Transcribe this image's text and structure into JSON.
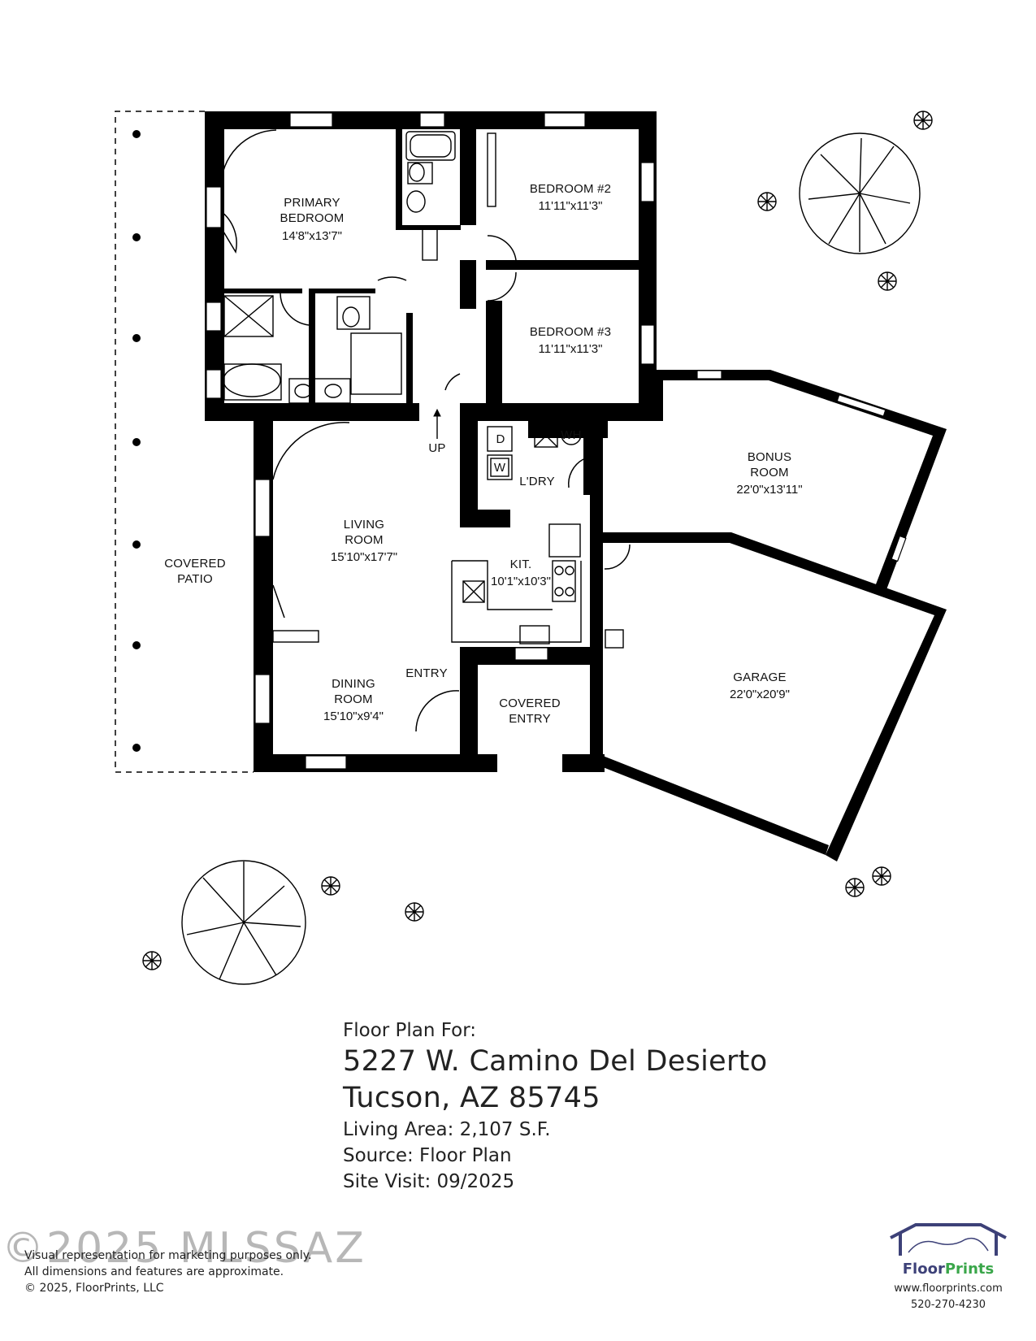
{
  "rooms": {
    "primary": {
      "name1": "PRIMARY",
      "name2": "BEDROOM",
      "dim": "14'8\"x13'7\""
    },
    "bed2": {
      "name": "BEDROOM #2",
      "dim": "11'11\"x11'3\""
    },
    "bed3": {
      "name": "BEDROOM #3",
      "dim": "11'11\"x11'3\""
    },
    "living": {
      "name1": "LIVING",
      "name2": "ROOM",
      "dim": "15'10\"x17'7\""
    },
    "dining": {
      "name1": "DINING",
      "name2": "ROOM",
      "dim": "15'10\"x9'4\""
    },
    "kitchen": {
      "name": "KIT.",
      "dim": "10'1\"x10'3\""
    },
    "laundry": {
      "name": "L'DRY"
    },
    "bonus": {
      "name1": "BONUS",
      "name2": "ROOM",
      "dim": "22'0\"x13'11\""
    },
    "garage": {
      "name": "GARAGE",
      "dim": "22'0\"x20'9\""
    },
    "patio": {
      "name1": "COVERED",
      "name2": "PATIO"
    },
    "covered_entry": {
      "name1": "COVERED",
      "name2": "ENTRY"
    },
    "entry": {
      "name": "ENTRY"
    }
  },
  "fixtures": {
    "up": "UP",
    "dryer": "D",
    "washer": "W",
    "water_heater": "WH"
  },
  "info": {
    "heading": "Floor Plan For:",
    "address1": "5227 W. Camino Del Desierto",
    "address2": "Tucson, AZ  85745",
    "living_area": "Living Area:  2,107 S.F.",
    "source": "Source:  Floor Plan",
    "site_visit": "Site Visit:  09/2025"
  },
  "disclaimer": {
    "line1": "Visual representation for marketing purposes only.",
    "line2": "All dimensions and features are approximate.",
    "line3": "© 2025, FloorPrints, LLC"
  },
  "brand": {
    "name_a": "Floor",
    "name_b": "Prints",
    "website": "www.floorprints.com",
    "phone": "520-270-4230"
  },
  "watermark": "©2025 MLSSAZ",
  "colors": {
    "wall": "#000000",
    "brand_navy": "#3d4178",
    "brand_green": "#3aa64a"
  }
}
